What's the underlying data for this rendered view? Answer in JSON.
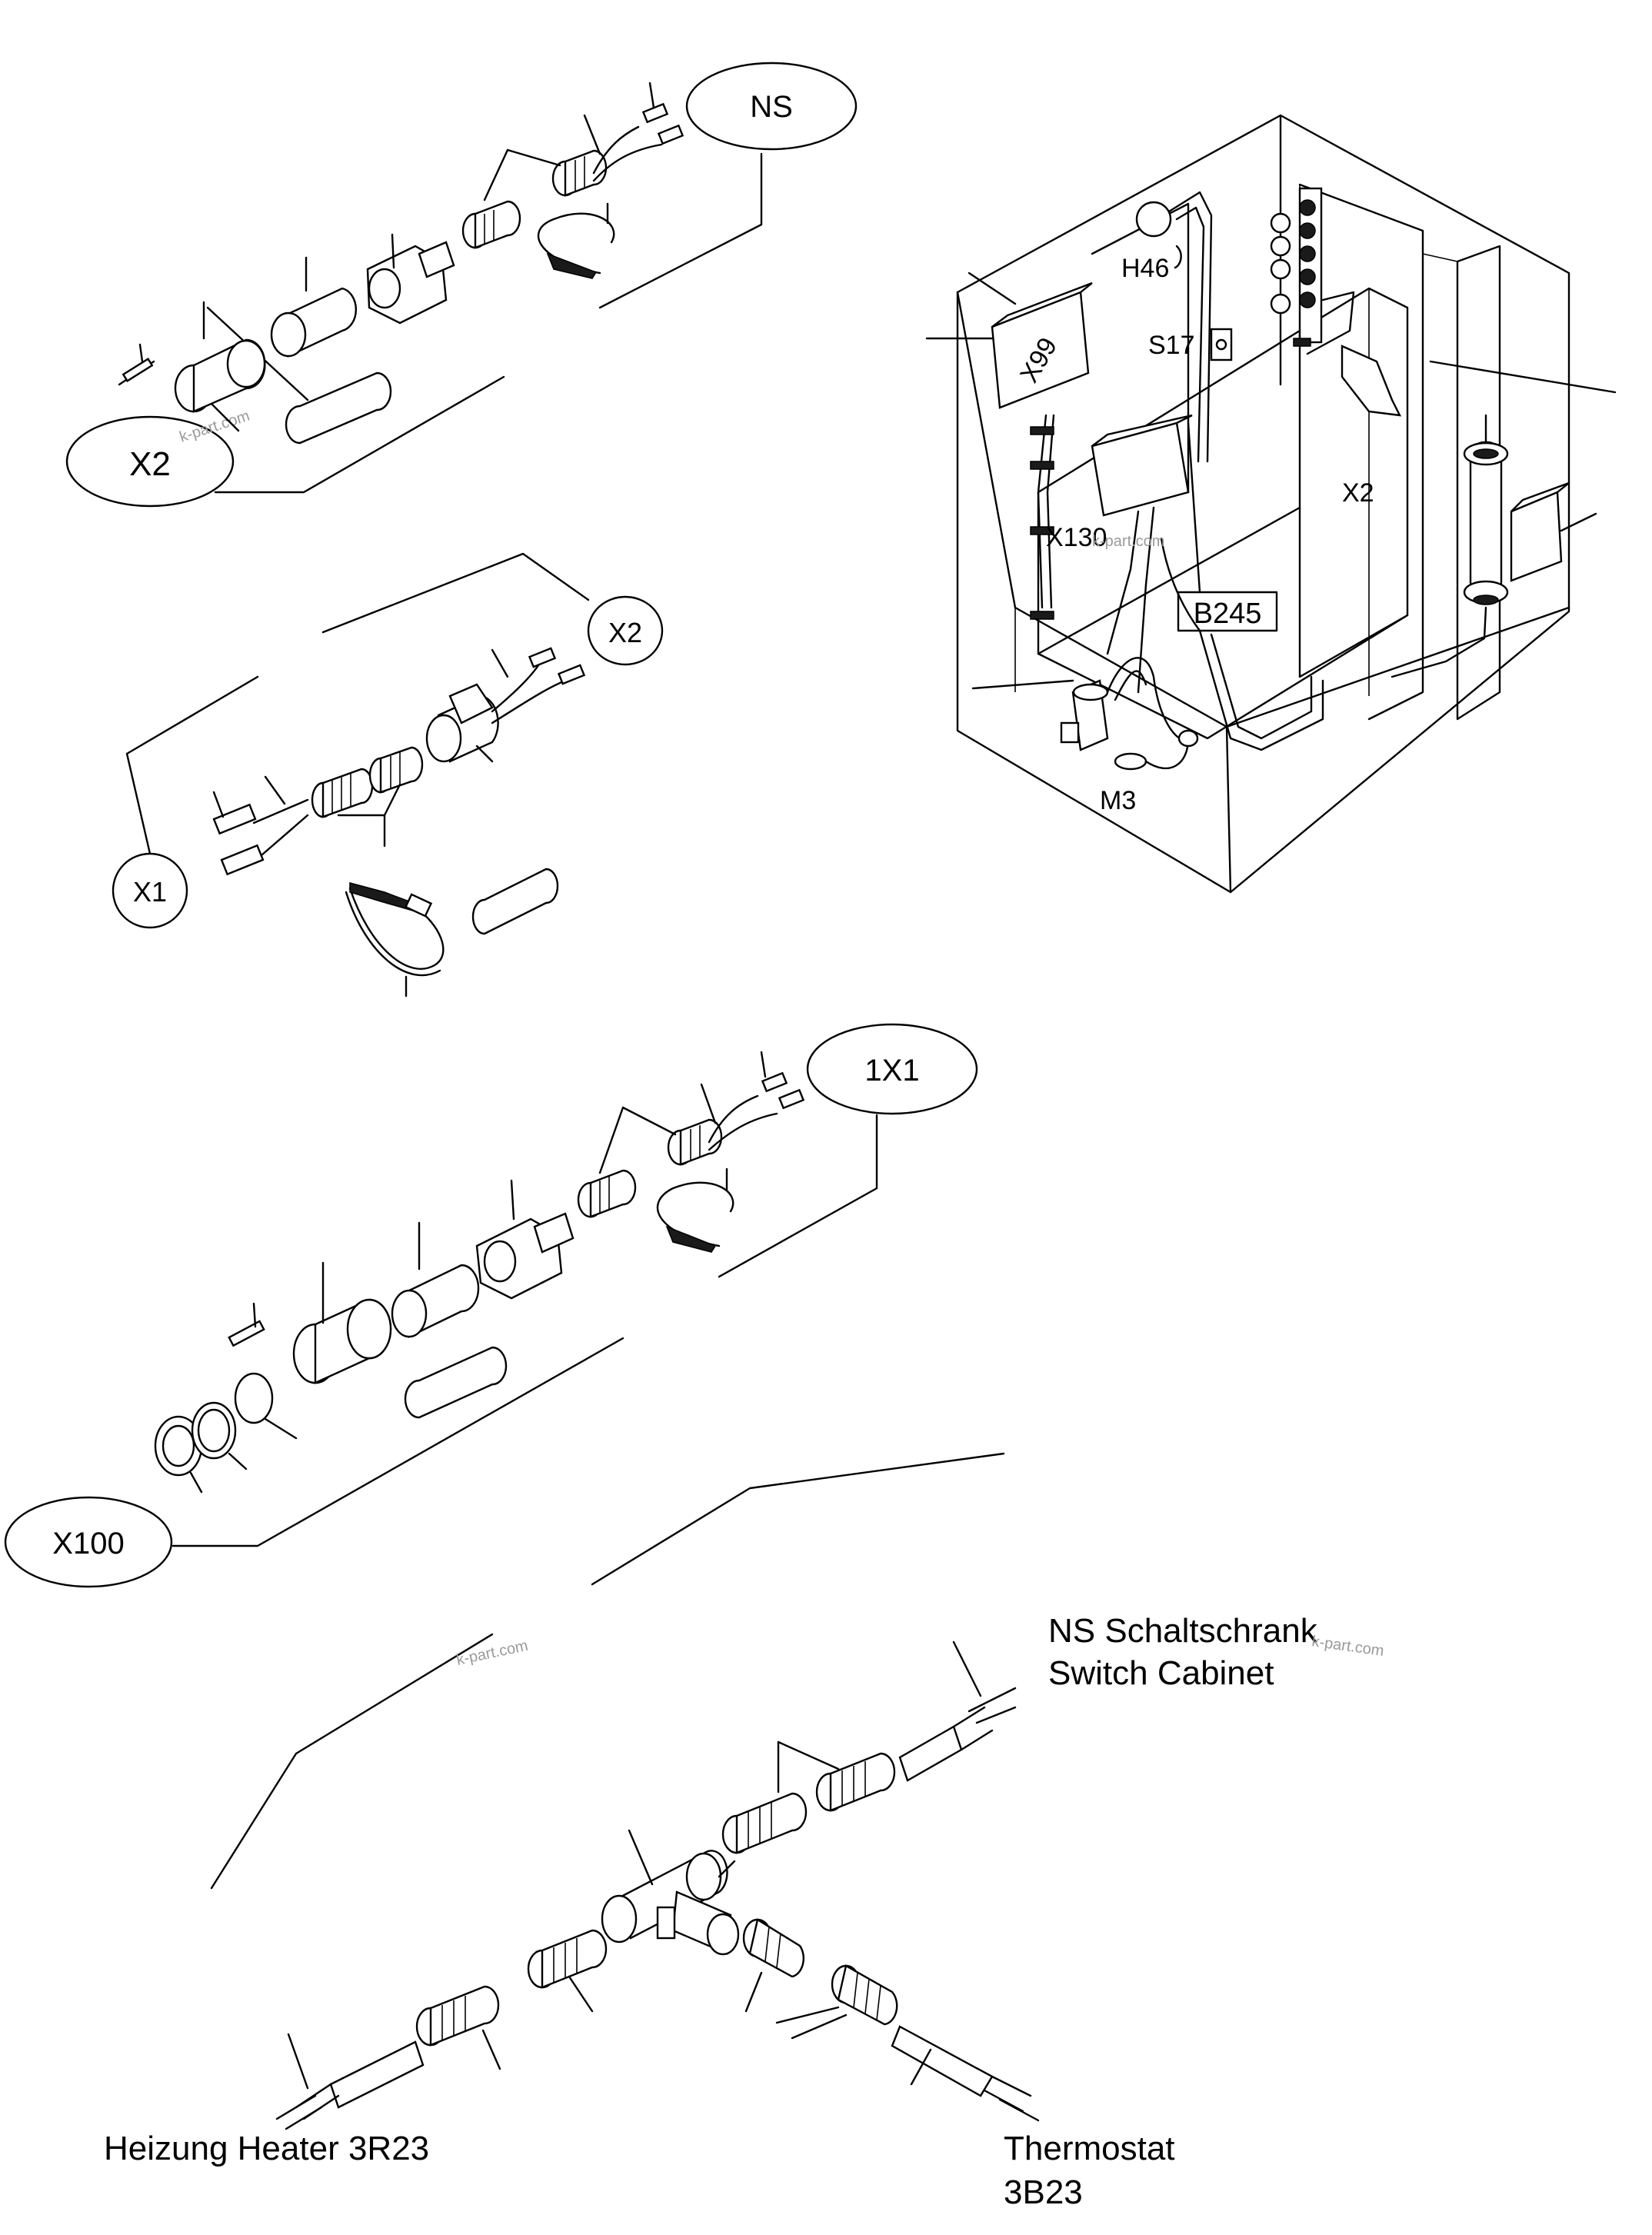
{
  "labels": {
    "ns_top": "NS",
    "x2_top": "X2",
    "x2_mid": "X2",
    "x1": "X1",
    "one_x1": "1X1",
    "x100": "X100",
    "h46": "H46",
    "s17": "S17",
    "x99": "X99",
    "x130": "X130",
    "x2_cabinet": "X2",
    "b245": "B245",
    "m3": "M3"
  },
  "callouts": {
    "switch_cabinet_line1": "NS Schaltschrank",
    "switch_cabinet_line2": "Switch Cabinet",
    "heater": "Heizung Heater 3R23",
    "thermostat_line1": "Thermostat",
    "thermostat_line2": "3B23"
  },
  "watermarks": [
    "k-part.com",
    "k-part.com",
    "k-part.com",
    "k-part.com"
  ],
  "colors": {
    "ink": "#000000",
    "paper": "#ffffff",
    "watermark": "#9a9a9a"
  }
}
